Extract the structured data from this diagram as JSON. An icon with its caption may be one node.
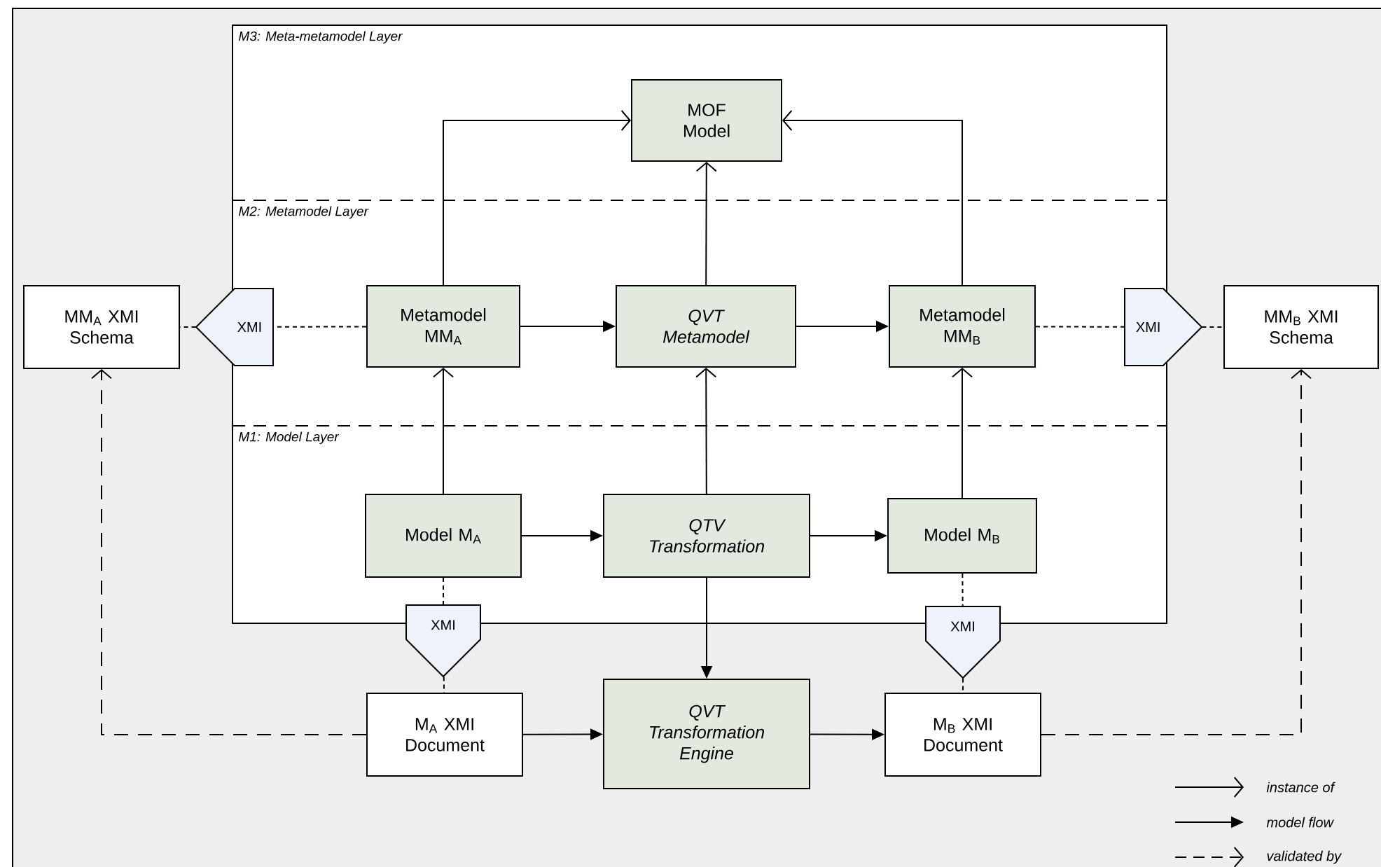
{
  "diagram": {
    "nodes": [
      {
        "text": [
          "M3: Meta-metamodel Layer"
        ]
      },
      {
        "text": [
          "MOF Model"
        ],
        "in": 0
      },
      {
        "text": [
          "M2: Metamodel Layer"
        ]
      },
      {
        "text": [
          "Metamodel MM$_{A}$"
        ],
        "in": 2
      },
      {
        "text": [
          "QVT Metamodel"
        ],
        "in": 2
      },
      {
        "text": [
          "Metamodel MM$_{B}$"
        ],
        "in": 2
      },
      {
        "text": [
          "M1: Model Layer"
        ]
      },
      {
        "text": [
          "Model M$_{A}$"
        ],
        "in": 6
      },
      {
        "text": [
          "QTV Transformation"
        ],
        "in": 6
      },
      {
        "text": [
          "Model M$_{B}$"
        ],
        "in": 6
      },
      {
        "text": [
          "XMI"
        ]
      },
      {
        "text": [
          "XMI"
        ]
      },
      {
        "text": [
          "XMI"
        ]
      },
      {
        "text": [
          "XMI"
        ]
      },
      {
        "text": [
          "MM$_{A}$ XMI Schema"
        ]
      },
      {
        "text": [
          "MM$_{B}$ XMI Schema"
        ]
      },
      {
        "text": [
          "M$_{A}$ XMI Document"
        ]
      },
      {
        "text": [
          "QVT Transformation Engine"
        ]
      },
      {
        "text": [
          "M$_{B}$ XMI Document"
        ]
      }
    ],
    "edges": [
      {
        "from": 3,
        "to": 1,
        "arrow": "to"
      },
      {
        "from": 4,
        "to": 1,
        "arrow": "to"
      },
      {
        "from": 5,
        "to": 1,
        "arrow": "to"
      },
      {
        "from": 3,
        "to": 4,
        "arrow": "to"
      },
      {
        "from": 4,
        "to": 5,
        "arrow": "to"
      },
      {
        "from": 7,
        "to": 3,
        "arrow": "to"
      },
      {
        "from": 8,
        "to": 4,
        "arrow": "to"
      },
      {
        "from": 9,
        "to": 5,
        "arrow": "to"
      },
      {
        "from": 7,
        "to": 8,
        "arrow": "to"
      },
      {
        "from": 8,
        "to": 9,
        "arrow": "to"
      },
      {
        "from": 8,
        "to": 17,
        "arrow": "to"
      },
      {
        "from": 16,
        "to": 17,
        "arrow": "to"
      },
      {
        "from": 17,
        "to": 18,
        "arrow": "to"
      },
      {
        "from": 3,
        "to": 10,
        "arrow": "none",
        "style": "dashed"
      },
      {
        "from": 10,
        "to": 14,
        "arrow": "none",
        "style": "dashed"
      },
      {
        "from": 5,
        "to": 11,
        "arrow": "none",
        "style": "dashed"
      },
      {
        "from": 11,
        "to": 15,
        "arrow": "none",
        "style": "dashed"
      },
      {
        "from": 7,
        "to": 12,
        "arrow": "none",
        "style": "dashed"
      },
      {
        "from": 12,
        "to": 16,
        "arrow": "none",
        "style": "dashed"
      },
      {
        "from": 9,
        "to": 13,
        "arrow": "none",
        "style": "dashed"
      },
      {
        "from": 13,
        "to": 18,
        "arrow": "none",
        "style": "dashed"
      },
      {
        "from": 16,
        "to": 14,
        "arrow": "to",
        "style": "dashed"
      },
      {
        "from": 18,
        "to": 15,
        "arrow": "to",
        "style": "dashed"
      }
    ],
    "legend": [
      {
        "text": "instance of"
      },
      {
        "text": "model flow"
      },
      {
        "text": "validated by"
      }
    ]
  }
}
